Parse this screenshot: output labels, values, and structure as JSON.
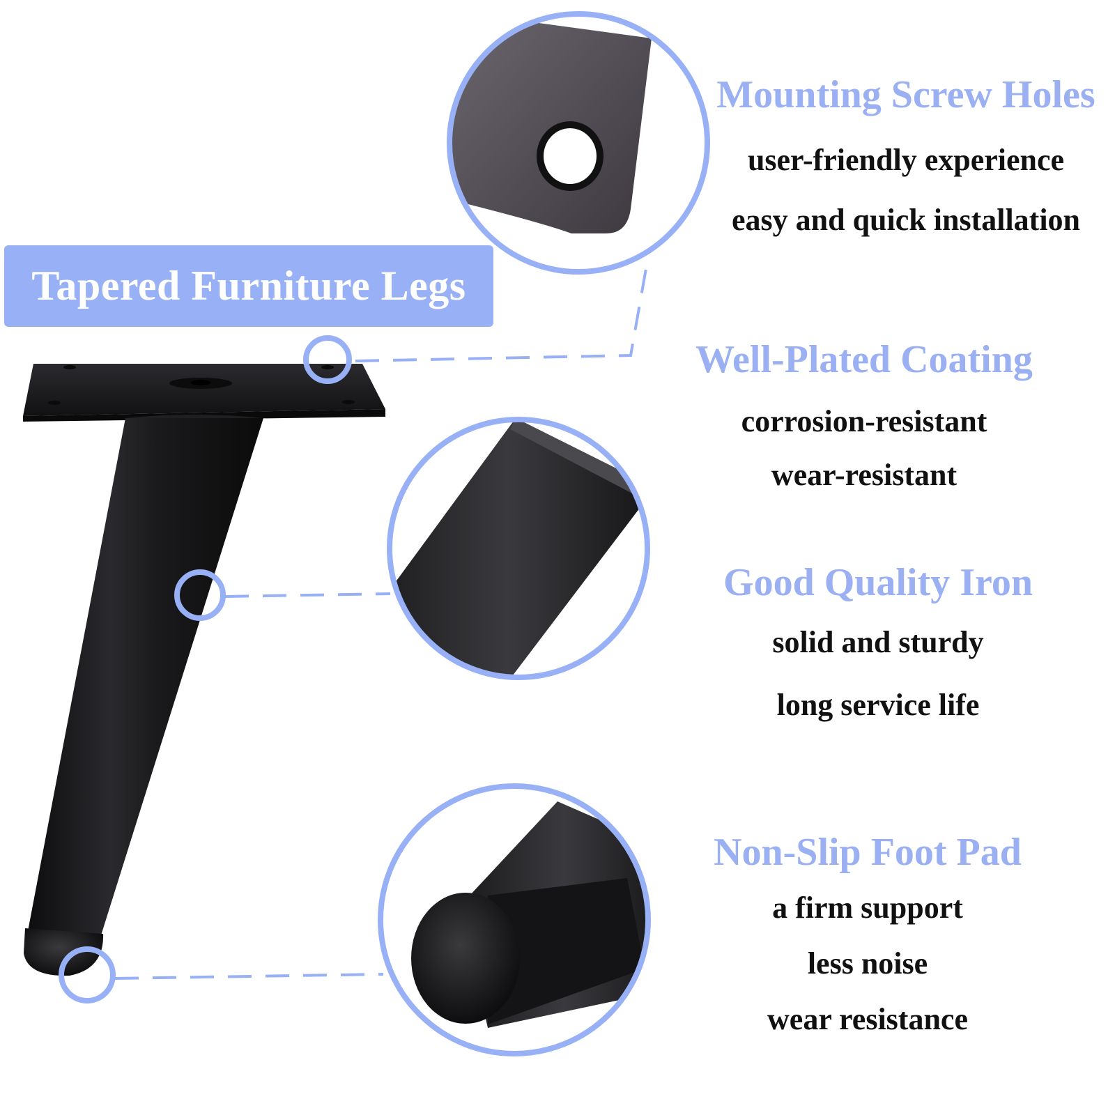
{
  "banner": {
    "title": "Tapered Furniture Legs"
  },
  "features": [
    {
      "title": "Mounting Screw Holes",
      "lines": [
        "user-friendly experience",
        "easy and quick installation"
      ]
    },
    {
      "title": "Well-Plated Coating",
      "lines": [
        "corrosion-resistant",
        "wear-resistant"
      ]
    },
    {
      "title": "Good Quality Iron",
      "lines": [
        "solid and sturdy",
        "long service life"
      ]
    },
    {
      "title": "Non-Slip Foot Pad",
      "lines": [
        "a firm support",
        "less noise",
        "wear resistance"
      ]
    }
  ],
  "colors": {
    "accent": "#98b0f5",
    "callout_text": "#9ab0f2",
    "body_text": "#111111",
    "metal": "#1c1c1e"
  }
}
